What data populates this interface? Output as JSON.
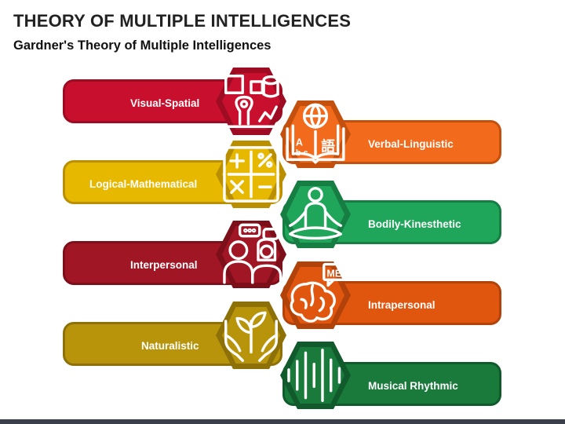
{
  "title": "THEORY OF MULTIPLE INTELLIGENCES",
  "subtitle": "Gardner's Theory of Multiple Intelligences",
  "items": [
    {
      "label": "Visual-Spatial",
      "color": "#c8102e",
      "dark": "#9d0c22",
      "icon": "visual-spatial-icon"
    },
    {
      "label": "Verbal-Linguistic",
      "color": "#f26a1b",
      "dark": "#c4500e",
      "icon": "book-globe-icon"
    },
    {
      "label": "Logical-Mathematical",
      "color": "#e6b800",
      "dark": "#b98f00",
      "icon": "math-symbols-icon"
    },
    {
      "label": "Bodily-Kinesthetic",
      "color": "#1fa65a",
      "dark": "#167d43",
      "icon": "meditation-icon"
    },
    {
      "label": "Interpersonal",
      "color": "#a11624",
      "dark": "#7c0f1a",
      "icon": "conversation-icon"
    },
    {
      "label": "Intrapersonal",
      "color": "#e0560f",
      "dark": "#b0420a",
      "icon": "brain-me-icon"
    },
    {
      "label": "Naturalistic",
      "color": "#b8940b",
      "dark": "#8d7007",
      "icon": "hands-plant-icon"
    },
    {
      "label": "Musical Rhythmic",
      "color": "#197a3c",
      "dark": "#115a2b",
      "icon": "sound-wave-icon"
    }
  ]
}
